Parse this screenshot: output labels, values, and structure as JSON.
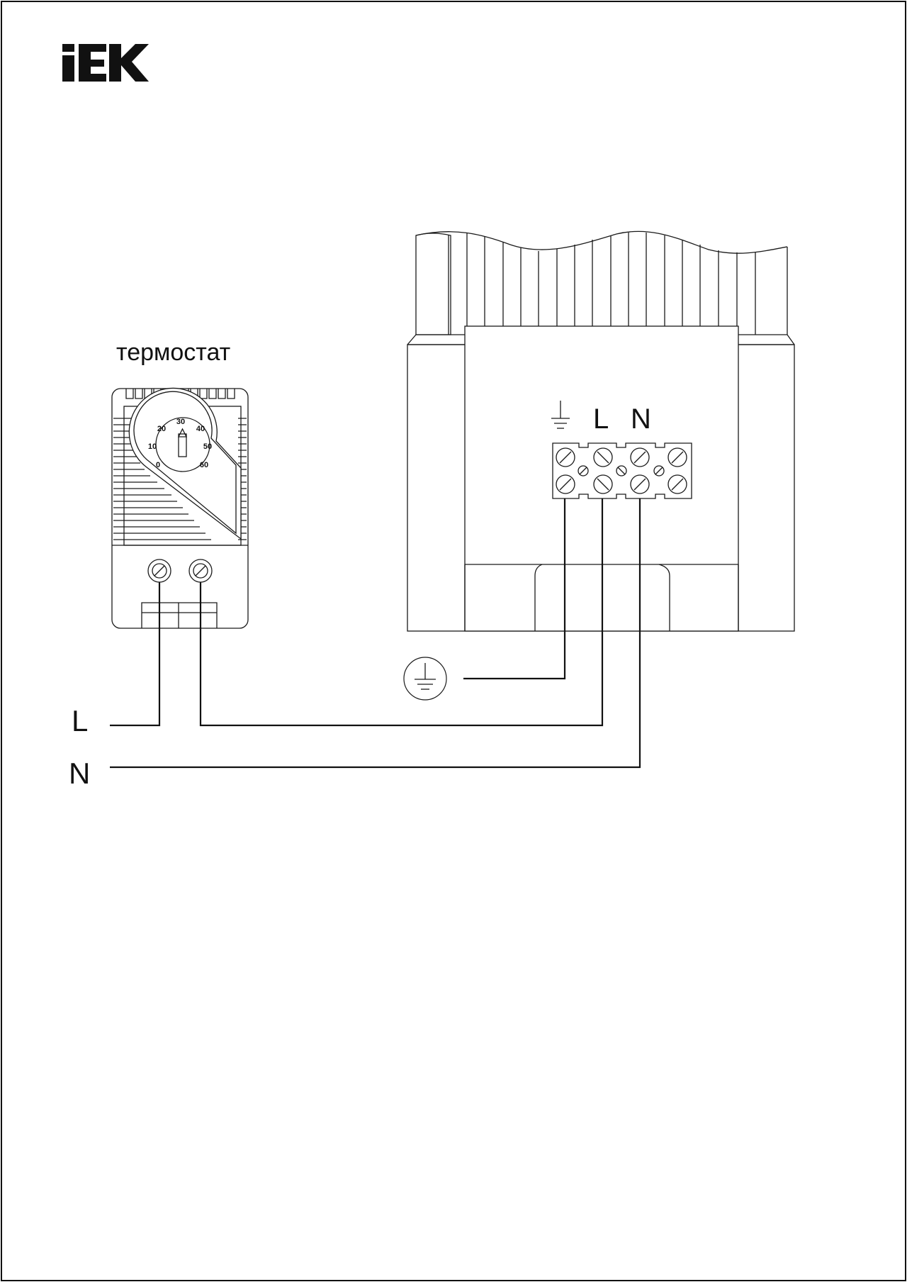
{
  "logo": {
    "text": "IEK"
  },
  "thermostat": {
    "label": "термостат",
    "dial_marks": [
      "30",
      "20",
      "40",
      "10",
      "50",
      "0",
      "60"
    ]
  },
  "heater": {
    "terminal_labels": [
      "L",
      "N"
    ]
  },
  "supply": {
    "line_label": "L",
    "neutral_label": "N"
  },
  "icons": {
    "ground_symbol": "ground-icon",
    "ground_circle": "protective-earth-icon"
  },
  "colors": {
    "stroke": "#1a1a1a",
    "background": "#ffffff"
  }
}
